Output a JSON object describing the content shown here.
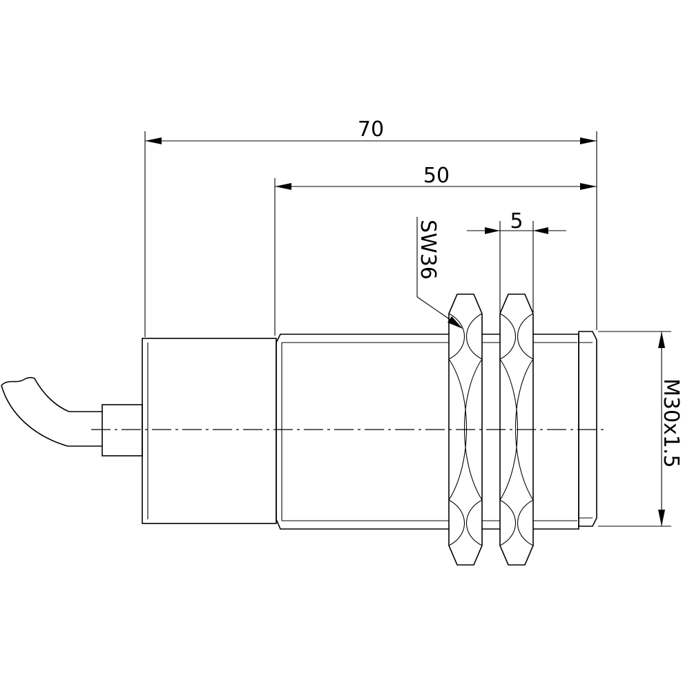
{
  "title": "",
  "dimensions": {
    "overall_length": "70",
    "thread_length": "50",
    "nut_width": "5",
    "wrench_size": "SW36",
    "thread_spec": "M30x1.5"
  }
}
